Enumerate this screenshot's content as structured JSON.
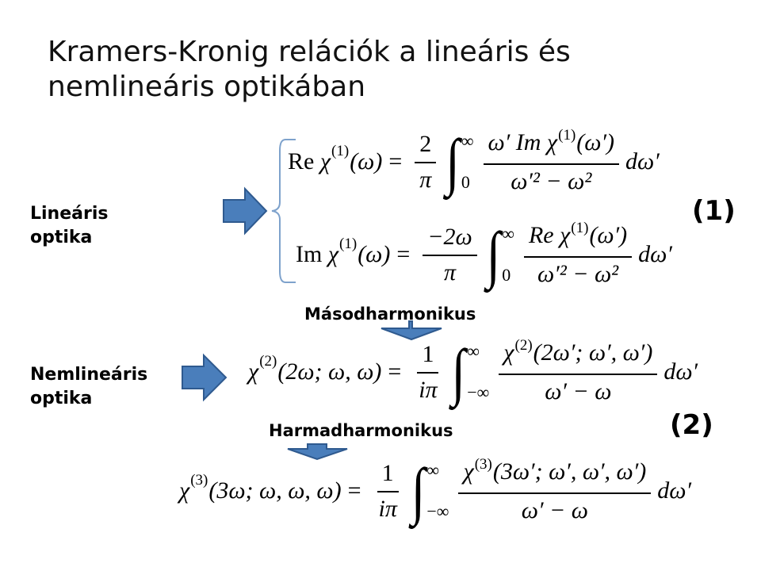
{
  "slide": {
    "title": "Kramers-Kronig relációk a lineáris és nemlineáris optikában",
    "linear_label": "Lineáris optika",
    "nonlinear_label": "Nemlineáris optika",
    "eq1_number": "(1)",
    "eq2_number": "(2)",
    "second_harmonic_label": "Másodharmonikus",
    "third_harmonic_label": "Harmadharmonikus",
    "colors": {
      "arrow_fill": "#4a7ebb",
      "arrow_stroke": "#2f5a8f",
      "bracket": "#7ea2cc"
    }
  },
  "equations": {
    "re": {
      "lhs_op": "Re",
      "chi": "χ",
      "order": "(1)",
      "arg": "(ω)",
      "eq": "=",
      "coef_num": "2",
      "coef_den": "π",
      "lower": "0",
      "upper": "∞",
      "num": "ω′ Im χ",
      "num_order": "(1)",
      "num_arg": "(ω′)",
      "den": "ω′² − ω²",
      "diff": "dω′"
    },
    "im": {
      "lhs_op": "Im",
      "chi": "χ",
      "order": "(1)",
      "arg": "(ω)",
      "eq": "=",
      "coef_num": "−2ω",
      "coef_den": "π",
      "lower": "0",
      "upper": "∞",
      "num": "Re χ",
      "num_order": "(1)",
      "num_arg": "(ω′)",
      "den": "ω′² − ω²",
      "diff": "dω′"
    },
    "shg": {
      "chi": "χ",
      "order": "(2)",
      "arg": "(2ω; ω, ω)",
      "eq": "=",
      "coef_num": "1",
      "coef_den": "iπ",
      "lower": "−∞",
      "upper": "∞",
      "num": "χ",
      "num_order": "(2)",
      "num_arg": "(2ω′; ω′, ω′)",
      "den": "ω′ − ω",
      "diff": "dω′"
    },
    "thg": {
      "chi": "χ",
      "order": "(3)",
      "arg": "(3ω; ω, ω, ω)",
      "eq": "=",
      "coef_num": "1",
      "coef_den": "iπ",
      "lower": "−∞",
      "upper": "∞",
      "num": "χ",
      "num_order": "(3)",
      "num_arg": "(3ω′; ω′, ω′, ω′)",
      "den": "ω′ − ω",
      "diff": "dω′"
    }
  }
}
